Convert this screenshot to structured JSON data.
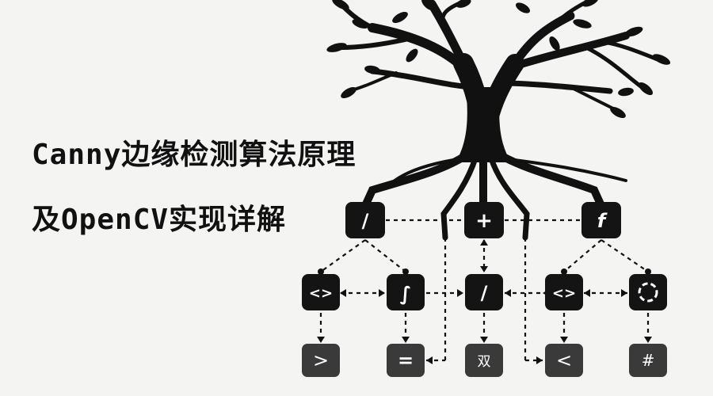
{
  "title": {
    "line1": "Canny边缘检测算法原理",
    "line2": "及OpenCV实现详解"
  },
  "colors": {
    "background": "#f4f4f2",
    "ink": "#111111",
    "tile_dark": "#141414",
    "tile_gray": "#3a3a3a"
  },
  "illustration": {
    "subject": "tree-with-roots-icon",
    "tiles": [
      {
        "id": "t-slash-top",
        "glyph": "/",
        "icon": "slash-icon"
      },
      {
        "id": "t-plus",
        "glyph": "+",
        "icon": "plus-icon"
      },
      {
        "id": "t-func",
        "glyph": "f",
        "icon": "function-icon"
      },
      {
        "id": "t-code-left",
        "glyph": "<>",
        "icon": "code-icon"
      },
      {
        "id": "t-integral",
        "glyph": "∫",
        "icon": "integral-icon"
      },
      {
        "id": "t-slash-mid",
        "glyph": "/",
        "icon": "slash-icon"
      },
      {
        "id": "t-code-right",
        "glyph": "<>",
        "icon": "code-icon"
      },
      {
        "id": "t-refresh",
        "glyph": "",
        "icon": "refresh-icon"
      },
      {
        "id": "t-gt",
        "glyph": ">",
        "icon": "greater-than-icon"
      },
      {
        "id": "t-eq",
        "glyph": "=",
        "icon": "equals-icon"
      },
      {
        "id": "t-sym",
        "glyph": "双",
        "icon": "symbol-icon"
      },
      {
        "id": "t-lt",
        "glyph": "<",
        "icon": "less-than-icon"
      },
      {
        "id": "t-hash",
        "glyph": "#",
        "icon": "hash-icon"
      }
    ]
  }
}
